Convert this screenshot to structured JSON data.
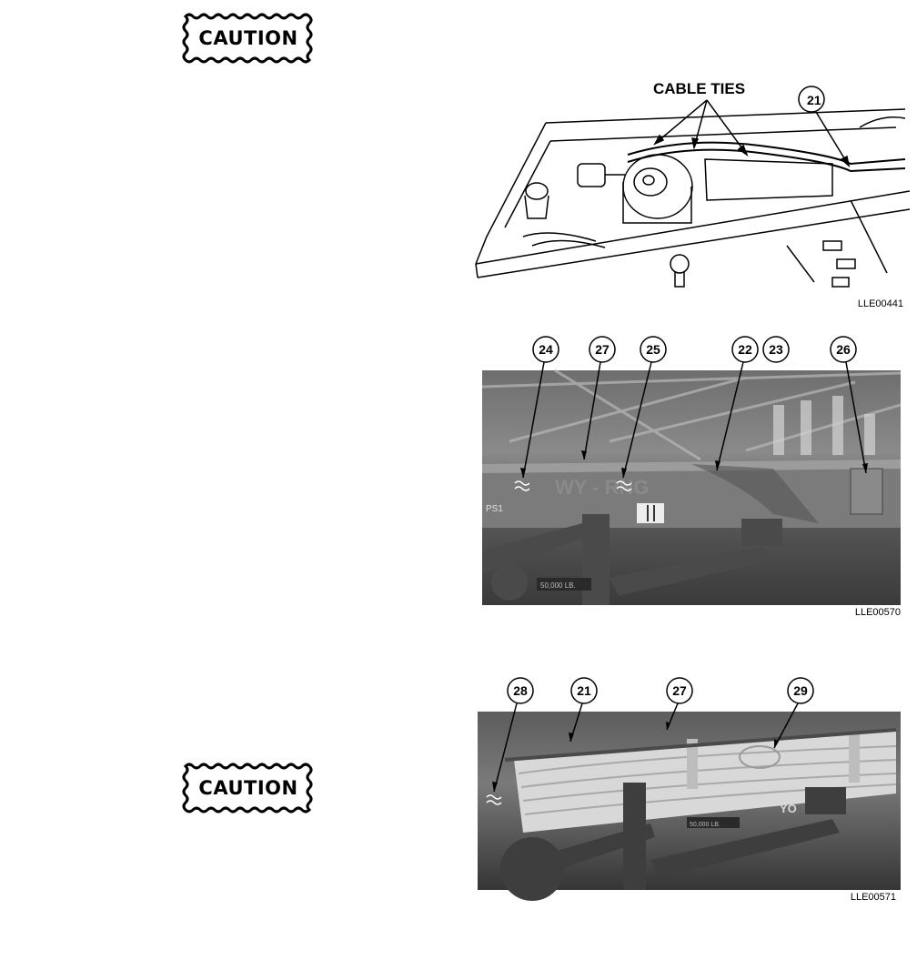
{
  "cautions": [
    {
      "label": "CAUTION"
    },
    {
      "label": "CAUTION"
    }
  ],
  "figures": [
    {
      "id": "LLE00441",
      "callout_text": "CABLE TIES",
      "callouts": [
        "21"
      ]
    },
    {
      "id": "LLE00570",
      "callouts": [
        "24",
        "27",
        "25",
        "22",
        "23",
        "26"
      ],
      "markings": [
        "PS1",
        "50,000 LB."
      ]
    },
    {
      "id": "LLE00571",
      "callouts": [
        "28",
        "21",
        "27",
        "29"
      ],
      "markings": [
        "50,000 LB.",
        "YO"
      ]
    }
  ]
}
